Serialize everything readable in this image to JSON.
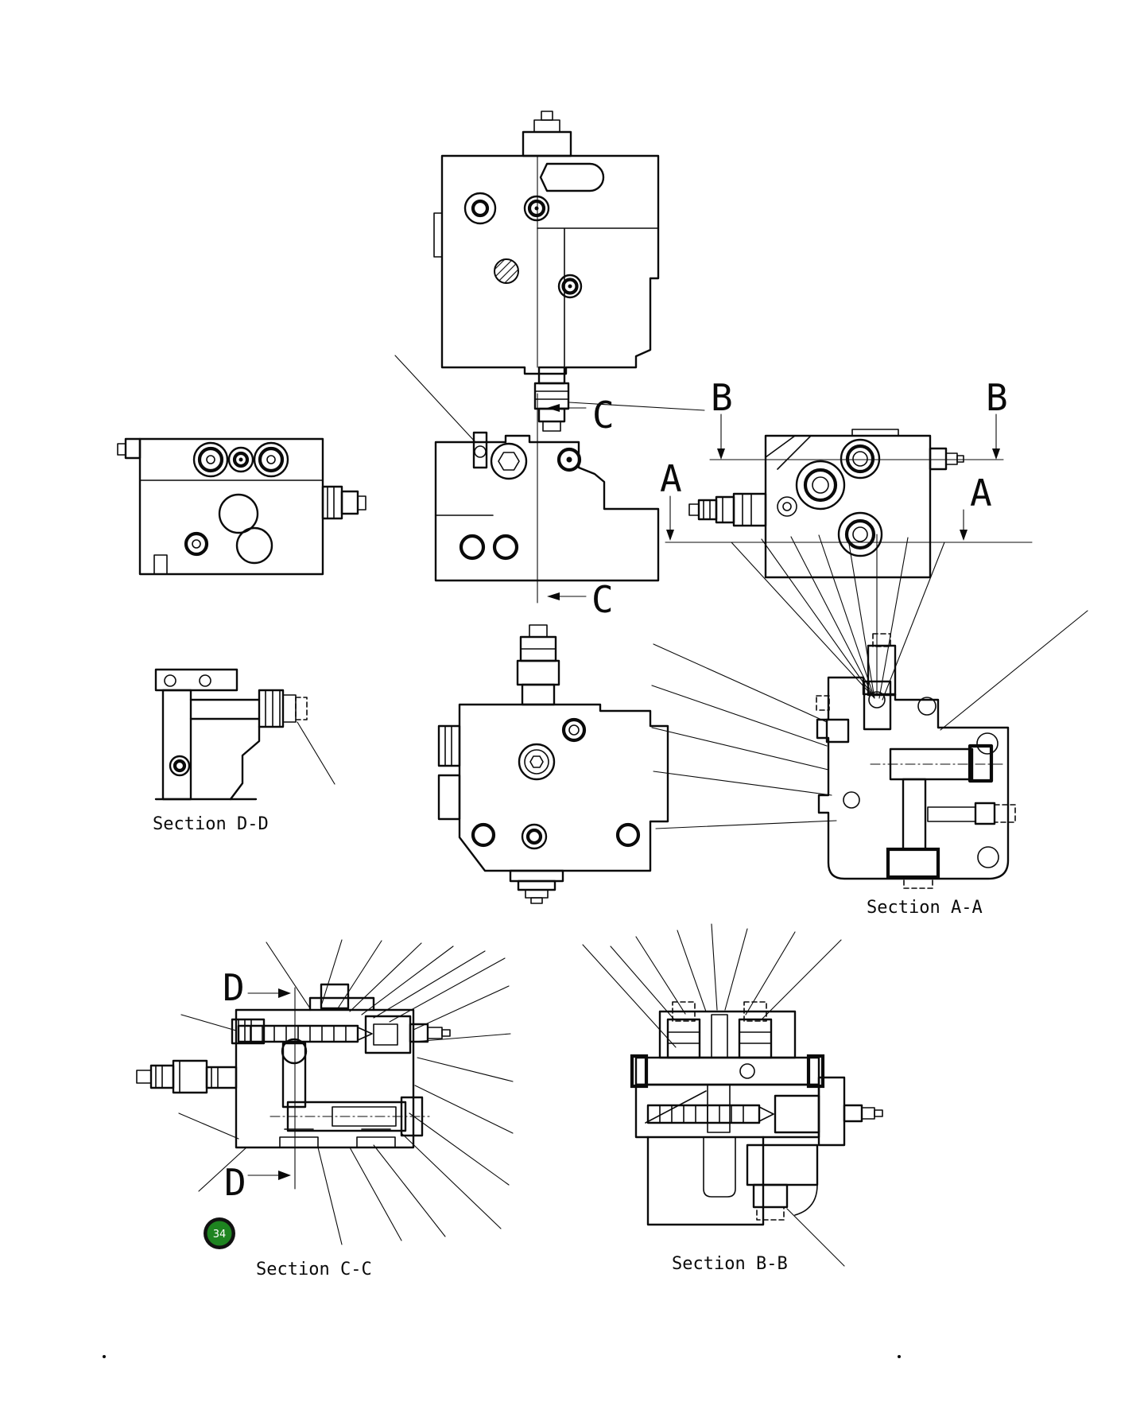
{
  "page": {
    "background": "#ffffff",
    "line_color": "#0a0a0a"
  },
  "markers": {
    "a": "A",
    "b": "B",
    "c": "C",
    "d": "D"
  },
  "section_labels": {
    "dd": "Section D-D",
    "aa": "Section A-A",
    "cc": "Section C-C",
    "bb": "Section B-B"
  },
  "callout": {
    "number": "34",
    "fill_color": "#1e8420",
    "ring_color": "#111111",
    "text_color": "#ffffff"
  }
}
